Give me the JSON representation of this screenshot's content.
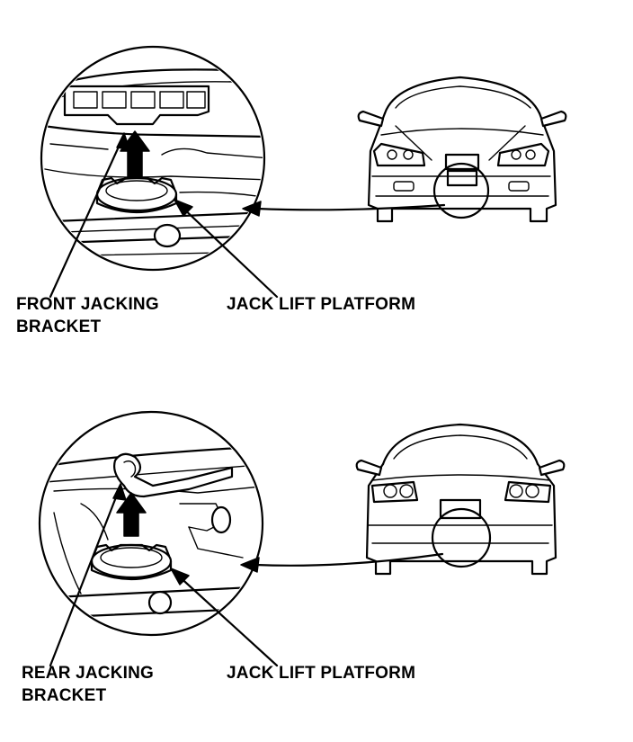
{
  "figure": {
    "front": {
      "bracket_label_line1": "FRONT JACKING",
      "bracket_label_line2": "BRACKET",
      "platform_label": "JACK LIFT PLATFORM"
    },
    "rear": {
      "bracket_label_line1": "REAR JACKING",
      "bracket_label_line2": "BRACKET",
      "platform_label": "JACK LIFT PLATFORM"
    }
  },
  "icons": [
    "up-arrow-icon"
  ],
  "colors": {
    "ink": "#000000",
    "paper": "#ffffff"
  }
}
